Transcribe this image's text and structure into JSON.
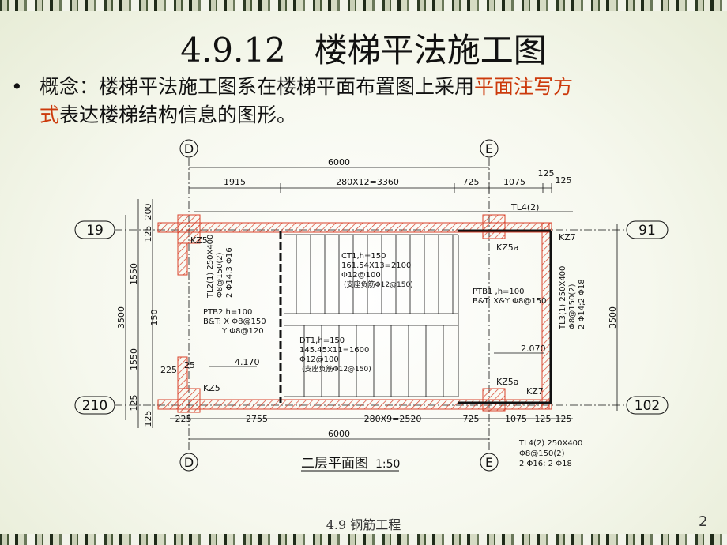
{
  "slide": {
    "title_num": "4.9.12",
    "title_text": "楼梯平法施工图",
    "bullet_prefix": "概念：楼梯平法施工图系在楼梯平面布置图上采用",
    "bullet_highlight_a": "平面注写方",
    "bullet_highlight_b": "式",
    "bullet_suffix": "表达楼梯结构信息的图形。",
    "footer": "4.9 钢筋工程",
    "page_number": "2",
    "highlight_color": "#cc3a0c"
  },
  "drawing": {
    "axis_D": "D",
    "axis_E": "E",
    "axis_19": "19",
    "axis_91": "91",
    "axis_210": "210",
    "axis_102": "102",
    "dim_total_top": "6000",
    "dim_top_1": "1915",
    "dim_top_2": "280X12=3360",
    "dim_top_3": "725",
    "dim_top_4": "1075",
    "dim_top_5": "125",
    "dim_top_6": "125",
    "dim_total_bottom": "6000",
    "dim_bot_1": "225",
    "dim_bot_2": "2755",
    "dim_bot_3": "280X9=2520",
    "dim_bot_4": "725",
    "dim_bot_5": "1075",
    "dim_bot_6": "125",
    "dim_bot_7": "125",
    "dim_left_200": "200",
    "dim_left_125a": "125",
    "dim_left_1550a": "1550",
    "dim_left_3500": "3500",
    "dim_left_150": "150",
    "dim_left_1550b": "1550",
    "dim_left_125b": "125",
    "dim_left_125c": "125",
    "dim_right_3500": "3500",
    "kz5_top": "KZ5",
    "kz5_bottom": "KZ5",
    "kz5a_top": "KZ5a",
    "kz5a_bottom": "KZ5a",
    "kz7_top": "KZ7",
    "kz7_bottom": "KZ7",
    "tl4_top": "TL4(2)",
    "tl2_line1": "TL2(1) 250X400",
    "tl2_line2": "Φ8@150(2)",
    "tl2_line3": "2 Φ14;3 Φ16",
    "ct1_line1": "CT1,h=150",
    "ct1_line2": "161.54X13=2100",
    "ct1_line3": "Φ12@100",
    "ct1_line4": "(支座负筋Φ12@150)",
    "ptb1_line1": "PTB1 ,h=100",
    "ptb1_line2": "B&T: X&Y Φ8@150",
    "tl3_line1": "TL3(1) 250X400",
    "tl3_line2": "Φ8@150(2)",
    "tl3_line3": "2 Φ14;2 Φ18",
    "ptb2_line1": "PTB2 h=100",
    "ptb2_line2": "B&T: X Φ8@150",
    "ptb2_line3": "Y Φ8@120",
    "dt1_line1": "DT1,h=150",
    "dt1_line2": "145.45X11=1600",
    "dt1_line3": "Φ12@100",
    "dt1_line4": "(支座负筋Φ12@150)",
    "elev_left": "4.170",
    "elev_right": "2.070",
    "dim_225": "225",
    "dim_25": "25",
    "tl4_bot_line1": "TL4(2) 250X400",
    "tl4_bot_line2": "Φ8@150(2)",
    "tl4_bot_line3": "2 Φ16; 2 Φ18",
    "plan_title": "二层平面图",
    "plan_scale": "1:50"
  }
}
